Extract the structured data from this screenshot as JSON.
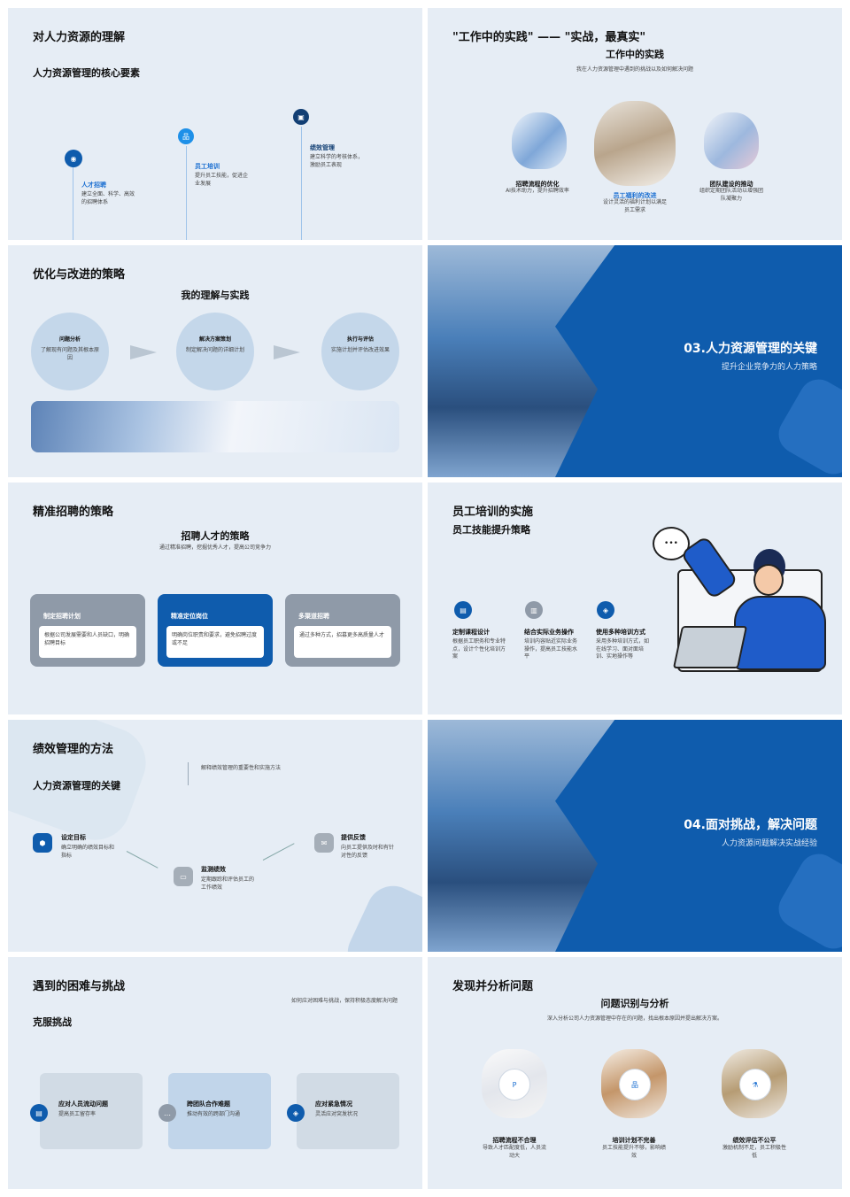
{
  "slide1": {
    "title": "对人力资源的理解",
    "subtitle": "人力资源管理的核心要素",
    "items": [
      {
        "label": "人才招聘",
        "desc": "建立全面、科学、高效的招聘体系"
      },
      {
        "label": "员工培训",
        "desc": "提升员工技能，促进企业发展"
      },
      {
        "label": "绩效管理",
        "desc": "建立科学的考核体系，激励员工表现"
      }
    ]
  },
  "slide2": {
    "title": "\"工作中的实践\" —— \"实战，最真实\"",
    "subtitle": "工作中的实践",
    "desc": "我在人力资源管理中遇到的挑战以及如何解决问题",
    "items": [
      {
        "label": "招聘流程的优化",
        "desc": "AI技术助力，提升招聘效率"
      },
      {
        "label": "员工福利的改进",
        "desc": "设计灵活的福利计划以满足员工需求"
      },
      {
        "label": "团队建设的推动",
        "desc": "组织定期团队活动以增强团队凝聚力"
      }
    ]
  },
  "slide3": {
    "title": "优化与改进的策略",
    "subtitle": "我的理解与实践",
    "steps": [
      {
        "label": "问题分析",
        "desc": "了解现有问题及其根本原因"
      },
      {
        "label": "解决方案策划",
        "desc": "制定解决问题的详细计划"
      },
      {
        "label": "执行与评估",
        "desc": "实施计划并评估改进效果"
      }
    ]
  },
  "slide4": {
    "title": "03.人力资源管理的关键",
    "subtitle": "提升企业竞争力的人力策略"
  },
  "slide5": {
    "title": "精准招聘的策略",
    "subtitle": "招聘人才的策略",
    "desc": "通过精准招聘，挖掘优秀人才，提高公司竞争力",
    "cards": [
      {
        "label": "制定招聘计划",
        "desc": "根据公司发展需要和人员缺口，明确招聘目标"
      },
      {
        "label": "精准定位岗位",
        "desc": "明确岗位职责和要求，避免招聘过度或不足"
      },
      {
        "label": "多渠道招聘",
        "desc": "通过多种方式，招募更多高质量人才"
      }
    ]
  },
  "slide6": {
    "title": "员工培训的实施",
    "subtitle": "员工技能提升策略",
    "items": [
      {
        "label": "定制课程设计",
        "desc": "根据员工职务和专业特点，设计个性化培训方案"
      },
      {
        "label": "结合实际业务操作",
        "desc": "培训内容贴近实际业务操作，提高员工技能水平"
      },
      {
        "label": "使用多种培训方式",
        "desc": "采用多种培训方式，如在线学习、面对面培训、实地操作等"
      }
    ]
  },
  "slide7": {
    "title": "绩效管理的方法",
    "subtitle": "人力资源管理的关键",
    "desc": "解释绩效管理的重要性和实施方法",
    "steps": [
      {
        "label": "设定目标",
        "desc": "确立明确的绩效目标和指标"
      },
      {
        "label": "监测绩效",
        "desc": "定期跟踪和评估员工的工作绩效"
      },
      {
        "label": "提供反馈",
        "desc": "向员工提供及时和有针对性的反馈"
      }
    ]
  },
  "slide8": {
    "title": "04.面对挑战，解决问题",
    "subtitle": "人力资源问题解决实战经验"
  },
  "slide9": {
    "title": "遇到的困难与挑战",
    "subtitle": "克服挑战",
    "desc": "如何应对困难与挑战，保持积极态度解决问题",
    "cards": [
      {
        "label": "应对人员流动问题",
        "desc": "提高员工留存率"
      },
      {
        "label": "跨团队合作难题",
        "desc": "推动有效的跨部门沟通"
      },
      {
        "label": "应对紧急情况",
        "desc": "灵活应对突发状况"
      }
    ]
  },
  "slide10": {
    "title": "发现并分析问题",
    "subtitle": "问题识别与分析",
    "desc": "深入分析公司人力资源管理中存在的问题，找出根本原因并提出解决方案。",
    "items": [
      {
        "label": "招聘流程不合理",
        "desc": "导致人才匹配度低，人员流动大"
      },
      {
        "label": "培训计划不完善",
        "desc": "员工技能提升不够，影响绩效"
      },
      {
        "label": "绩效评估不公平",
        "desc": "激励机制不足，员工积极性低"
      }
    ]
  },
  "colors": {
    "primary": "#0f5cad",
    "bg": "#e6edf5",
    "grey_card": "#8f9aa8"
  }
}
